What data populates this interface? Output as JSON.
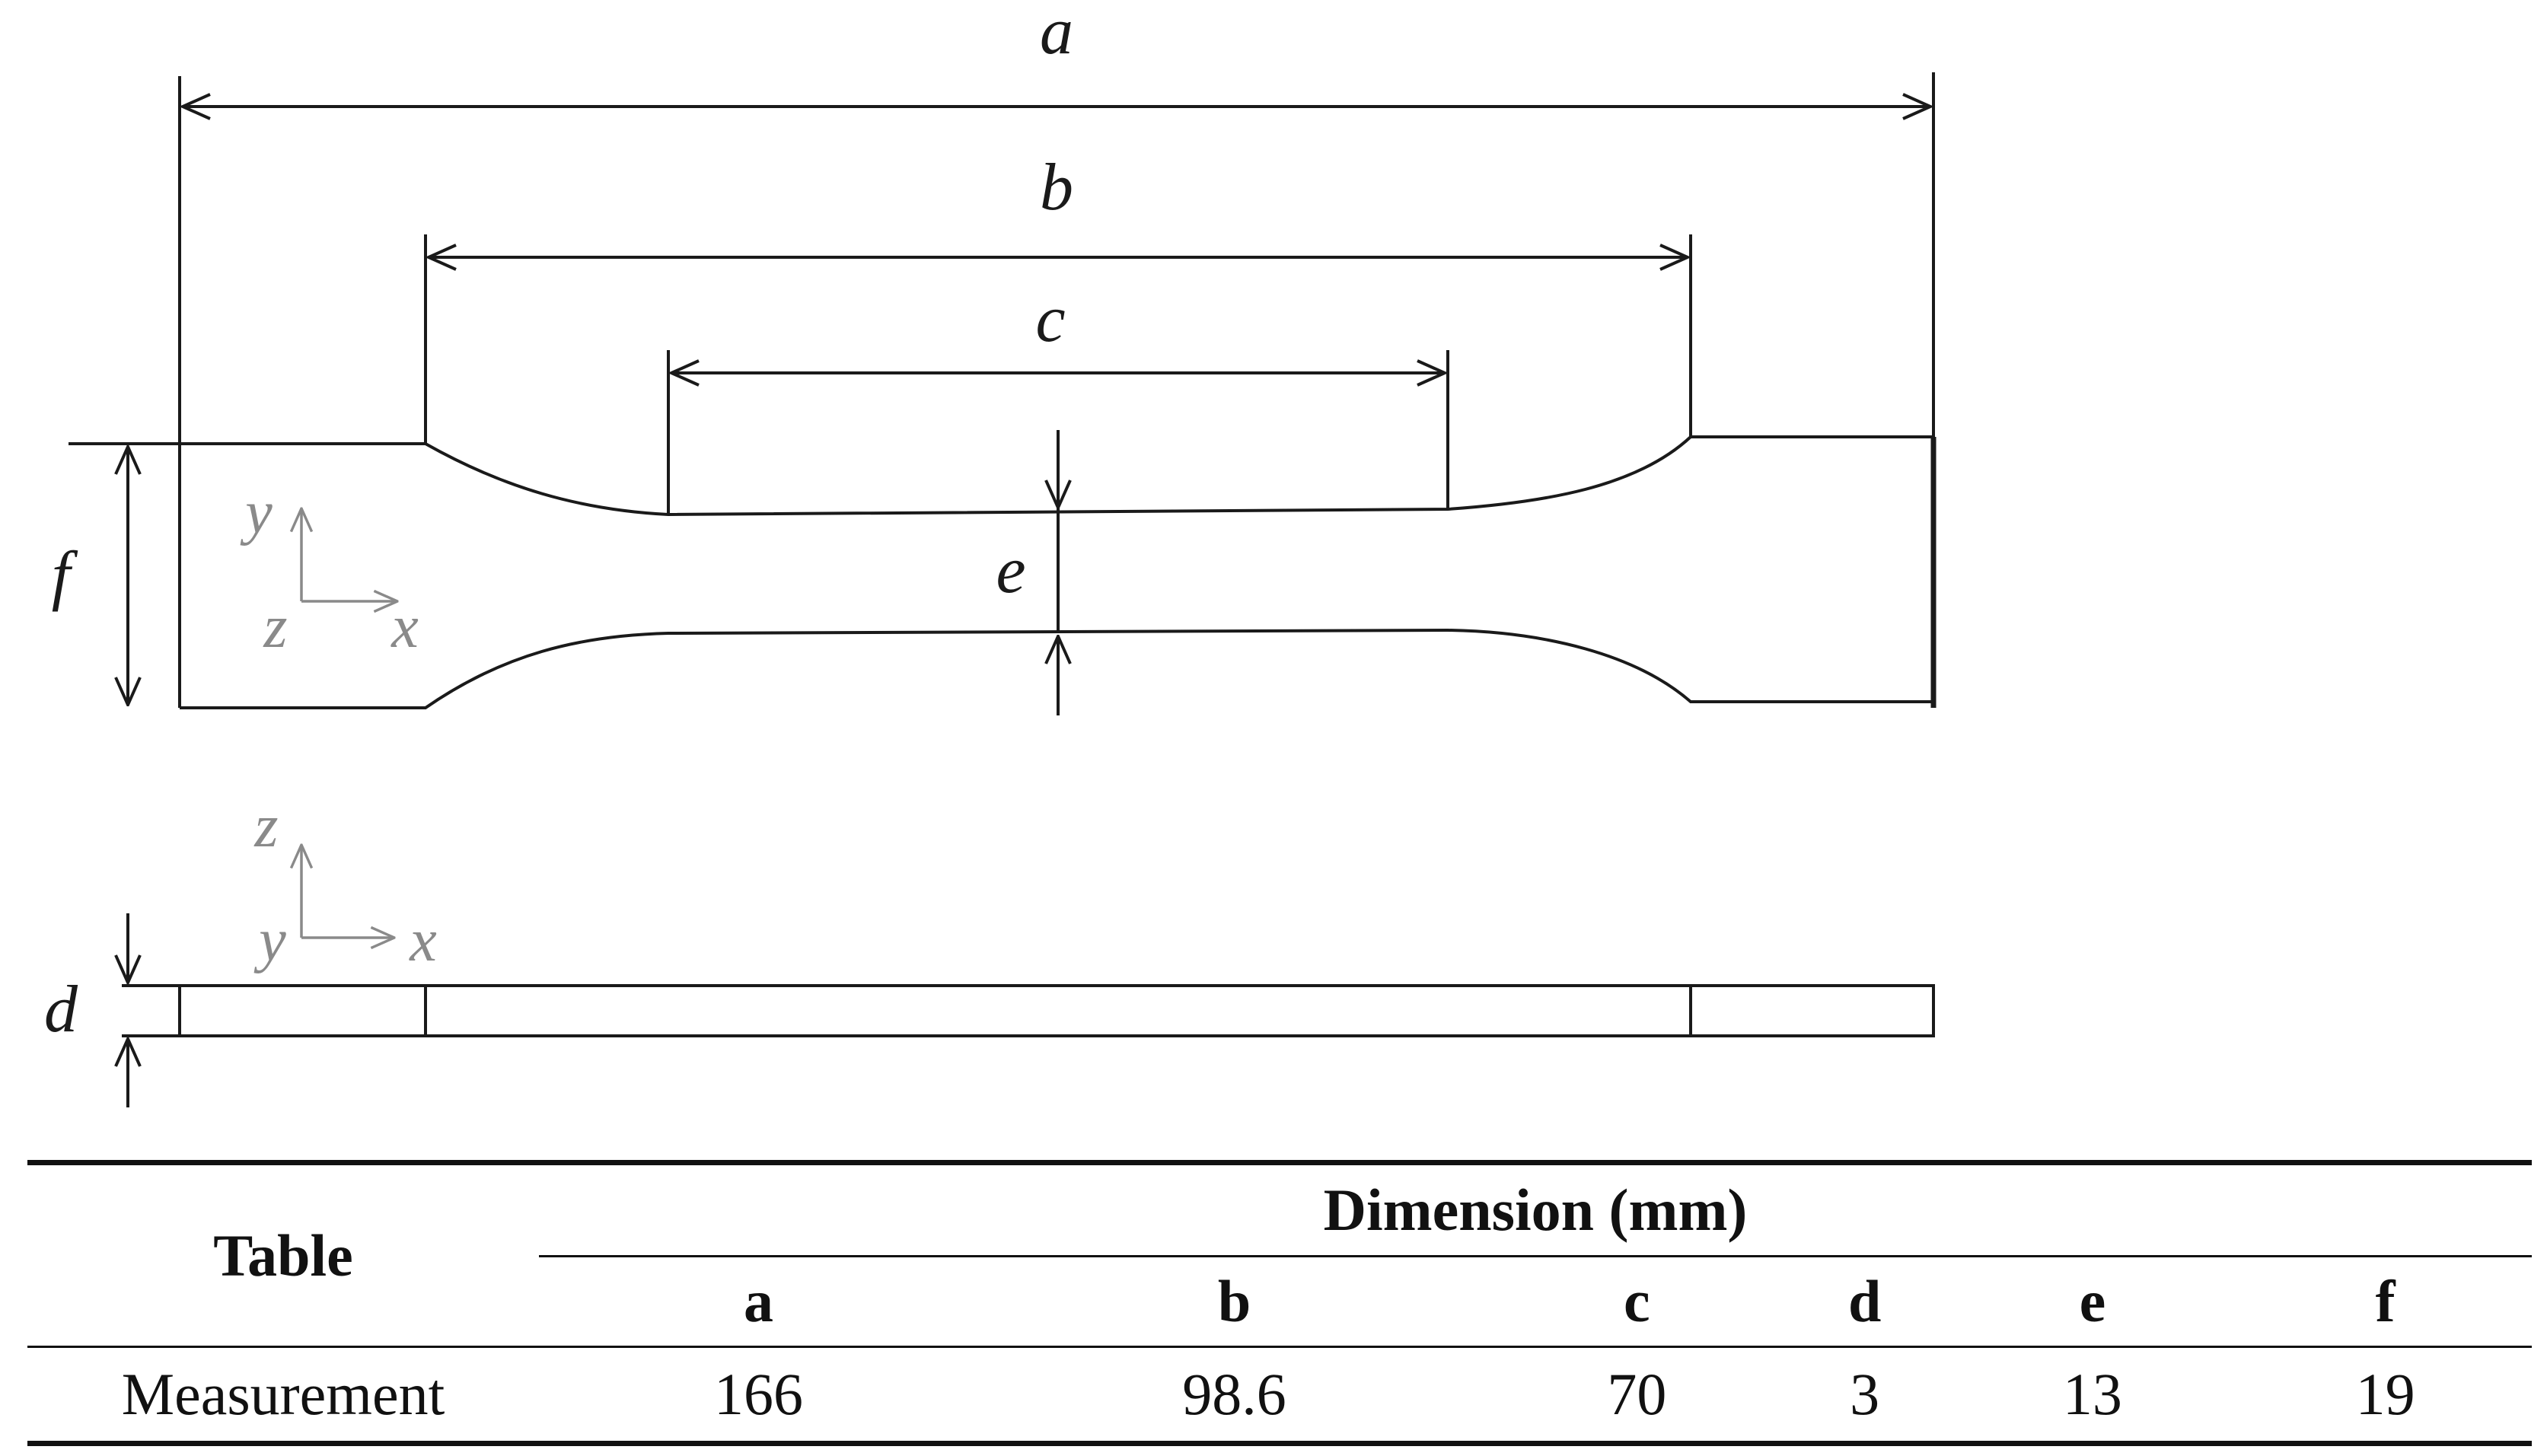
{
  "diagram": {
    "dimension_labels": {
      "a": "a",
      "b": "b",
      "c": "c",
      "d": "d",
      "e": "e",
      "f": "f"
    },
    "axes_top": {
      "x": "x",
      "y": "y",
      "z": "z"
    },
    "axes_side": {
      "x": "x",
      "y": "y",
      "z": "z"
    }
  },
  "table": {
    "row_header": "Table",
    "group_header": "Dimension (mm)",
    "columns": [
      "a",
      "b",
      "c",
      "d",
      "e",
      "f"
    ],
    "row_label": "Measurement",
    "values": [
      "166",
      "98.6",
      "70",
      "3",
      "13",
      "19"
    ]
  }
}
